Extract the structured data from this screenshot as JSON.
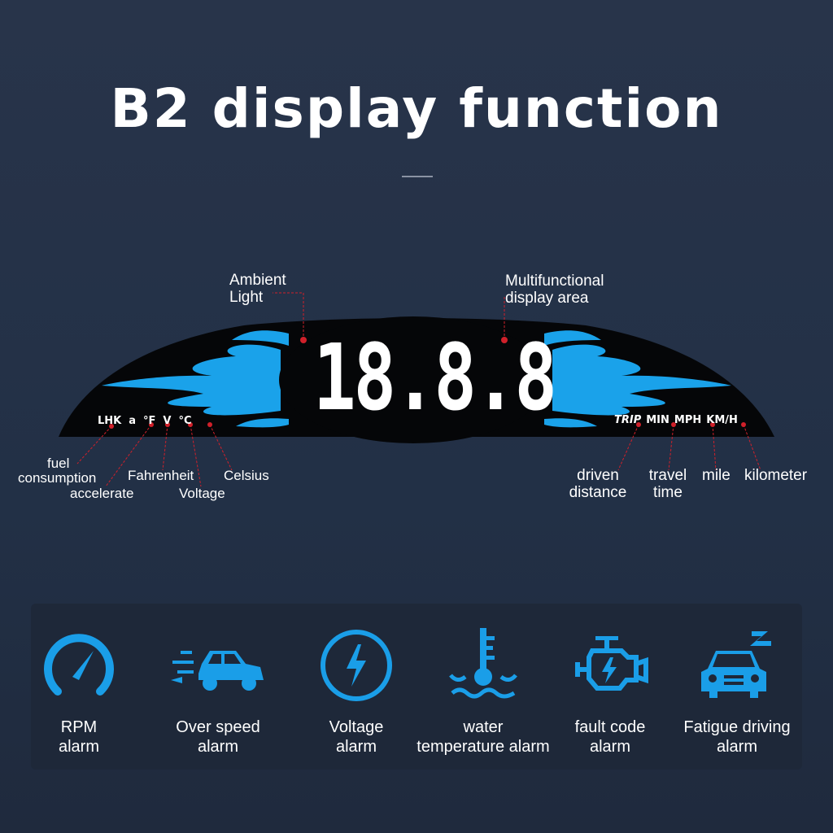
{
  "title": "B2 display function",
  "display": {
    "digits": "18.8.8",
    "left_indicators": [
      "LHK",
      "a",
      "°F",
      "V",
      "°C"
    ],
    "right_indicators": [
      "TRIP",
      "MIN",
      "MPH",
      "KM/H"
    ]
  },
  "callouts": {
    "ambient_light": [
      "Ambient",
      "Light"
    ],
    "multifunctional": [
      "Multifunctional",
      "display area"
    ],
    "fuel_consumption": [
      "fuel",
      "consumption"
    ],
    "accelerate": "accelerate",
    "fahrenheit": "Fahrenheit",
    "voltage": "Voltage",
    "celsius": "Celsius",
    "driven_distance": [
      "driven",
      "distance"
    ],
    "travel_time": [
      "travel",
      "time"
    ],
    "mile": "mile",
    "kilometer": "kilometer"
  },
  "alarms": [
    {
      "icon": "speedometer-icon",
      "line1": "RPM",
      "line2": "alarm"
    },
    {
      "icon": "speeding-car-icon",
      "line1": "Over speed",
      "line2": "alarm"
    },
    {
      "icon": "lightning-circle-icon",
      "line1": "Voltage",
      "line2": "alarm"
    },
    {
      "icon": "thermometer-water-icon",
      "line1": "water",
      "line2": "temperature alarm"
    },
    {
      "icon": "engine-icon",
      "line1": "fault code",
      "line2": "alarm"
    },
    {
      "icon": "sleepy-car-icon",
      "line1": "Fatigue driving",
      "line2": "alarm"
    }
  ],
  "colors": {
    "accent": "#1a9ee8",
    "callout_dot": "#d0202a",
    "background": "#253146"
  }
}
